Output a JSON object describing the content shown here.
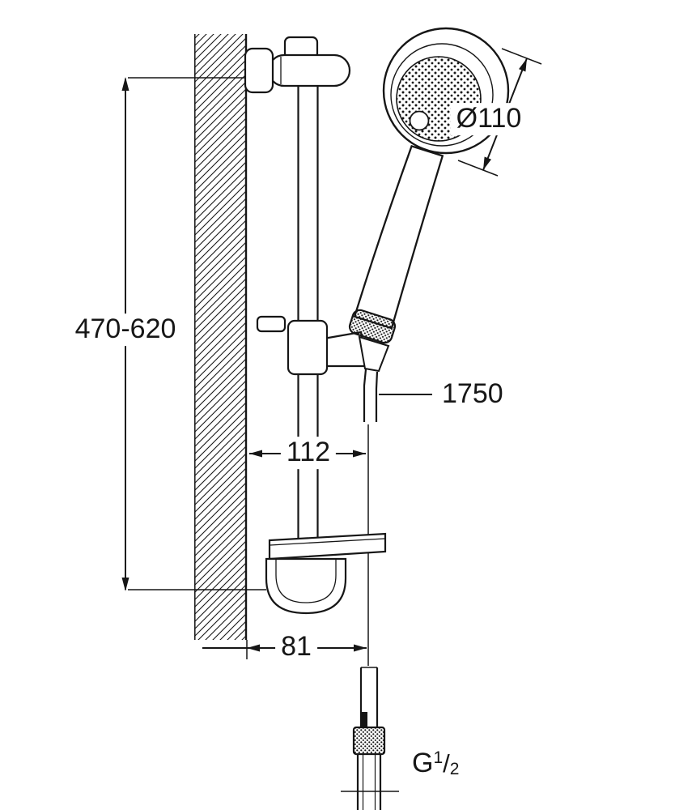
{
  "diagram": {
    "title": "shower-rail-set-dimension-drawing",
    "dimensions": {
      "mounting_height": "470-620",
      "head_diameter": "Ø110",
      "hose_length": "1750",
      "holder_offset": "112",
      "wall_clearance": "81",
      "thread": {
        "prefix": "G",
        "numerator": "1",
        "divider": "/",
        "denominator": "2"
      }
    },
    "colors": {
      "line": "#161616",
      "background": "#ffffff"
    }
  }
}
